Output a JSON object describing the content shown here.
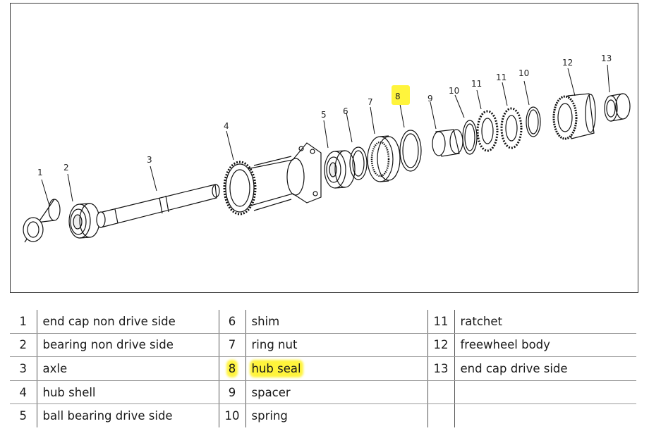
{
  "diagram": {
    "callouts": [
      {
        "id": "c1",
        "text": "1"
      },
      {
        "id": "c2",
        "text": "2"
      },
      {
        "id": "c3",
        "text": "3"
      },
      {
        "id": "c4",
        "text": "4"
      },
      {
        "id": "c5",
        "text": "5"
      },
      {
        "id": "c6",
        "text": "6"
      },
      {
        "id": "c7",
        "text": "7"
      },
      {
        "id": "c8",
        "text": "8"
      },
      {
        "id": "c9",
        "text": "9"
      },
      {
        "id": "c10a",
        "text": "10"
      },
      {
        "id": "c11a",
        "text": "11"
      },
      {
        "id": "c11b",
        "text": "11"
      },
      {
        "id": "c10b",
        "text": "10"
      },
      {
        "id": "c12",
        "text": "12"
      },
      {
        "id": "c13",
        "text": "13"
      }
    ],
    "highlight_color": "#fff43c"
  },
  "parts_table": {
    "rows": [
      [
        {
          "num": "1",
          "name": "end cap non drive side"
        },
        {
          "num": "6",
          "name": "shim"
        },
        {
          "num": "11",
          "name": "ratchet"
        }
      ],
      [
        {
          "num": "2",
          "name": "bearing non drive side"
        },
        {
          "num": "7",
          "name": "ring nut"
        },
        {
          "num": "12",
          "name": "freewheel body"
        }
      ],
      [
        {
          "num": "3",
          "name": "axle"
        },
        {
          "num": "8",
          "name": "hub seal"
        },
        {
          "num": "13",
          "name": "end cap drive side"
        }
      ],
      [
        {
          "num": "4",
          "name": "hub shell"
        },
        {
          "num": "9",
          "name": "spacer"
        },
        {
          "num": "",
          "name": ""
        }
      ],
      [
        {
          "num": "5",
          "name": "ball bearing drive side"
        },
        {
          "num": "10",
          "name": "spring"
        },
        {
          "num": "",
          "name": ""
        }
      ]
    ]
  }
}
